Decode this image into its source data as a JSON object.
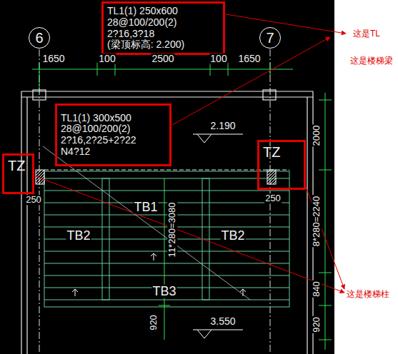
{
  "diagram": {
    "nodes": [
      {
        "text": [
          "6"
        ]
      },
      {
        "text": [
          "7"
        ]
      },
      {
        "text": [
          "TL1(1) 250x600",
          "28@100/200(2)",
          "2?16,3?18",
          "(梁顶标高: 2.200)"
        ]
      },
      {
        "text": [
          "TL1(1) 300x500",
          "28@100/200(2)",
          "2?16,2?25+2?22",
          "N4?12"
        ]
      },
      {
        "text": [
          "TZ"
        ]
      },
      {
        "text": [
          "TZ"
        ]
      }
    ],
    "labels": [
      "1650",
      "100",
      "2500",
      "100",
      "1650",
      "2.190",
      "250",
      "250",
      "TB1",
      "TB2",
      "TB2",
      "11*280=3080",
      "2000",
      "8*280=2240",
      "840",
      "920",
      "920",
      "3.550",
      "这是TL",
      "这是楼梯梁",
      "这是楼梯柱",
      "TB3"
    ]
  }
}
